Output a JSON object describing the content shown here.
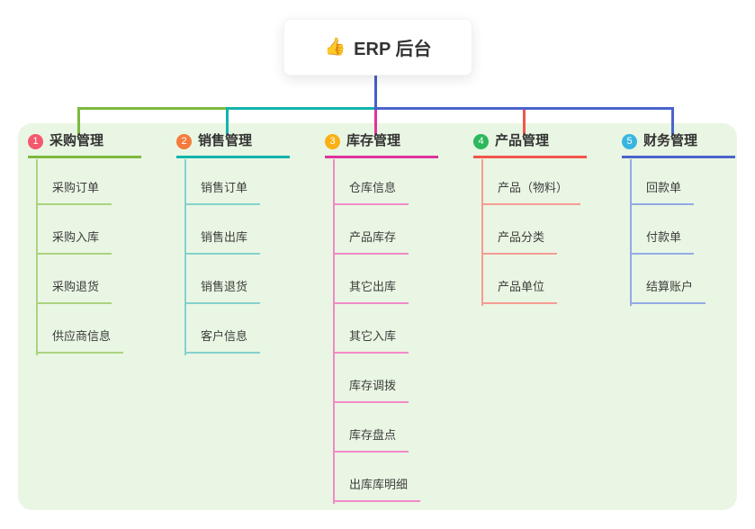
{
  "root_node": {
    "icon_glyph": "👍",
    "label": "ERP 后台"
  },
  "panel": {
    "bg_color": "#e9f6e3"
  },
  "connector": {
    "trunk_color": "#4a5ec8"
  },
  "text_colors": {
    "root": "#333333",
    "title": "#333333",
    "child": "#3d3d3d"
  },
  "branches": [
    {
      "number": "1",
      "title": "采购管理",
      "badge_color": "#f4586e",
      "line_color": "#7cb93e",
      "child_line_color": "#aad380",
      "children": [
        "采购订单",
        "采购入库",
        "采购退货",
        "供应商信息"
      ]
    },
    {
      "number": "2",
      "title": "销售管理",
      "badge_color": "#f57b3c",
      "line_color": "#12b3ac",
      "child_line_color": "#84d2cc",
      "children": [
        "销售订单",
        "销售出库",
        "销售退货",
        "客户信息"
      ]
    },
    {
      "number": "3",
      "title": "库存管理",
      "badge_color": "#f9b115",
      "line_color": "#e0339c",
      "child_line_color": "#f28ac6",
      "children": [
        "仓库信息",
        "产品库存",
        "其它出库",
        "其它入库",
        "库存调拨",
        "库存盘点",
        "出库库明细"
      ]
    },
    {
      "number": "4",
      "title": "产品管理",
      "badge_color": "#2eb85c",
      "line_color": "#f2564d",
      "child_line_color": "#f79b94",
      "children": [
        "产品（物料）",
        "产品分类",
        "产品单位"
      ]
    },
    {
      "number": "5",
      "title": "财务管理",
      "badge_color": "#38b6df",
      "line_color": "#4a64cc",
      "child_line_color": "#94aae4",
      "children": [
        "回款单",
        "付款单",
        "结算账户"
      ]
    }
  ]
}
